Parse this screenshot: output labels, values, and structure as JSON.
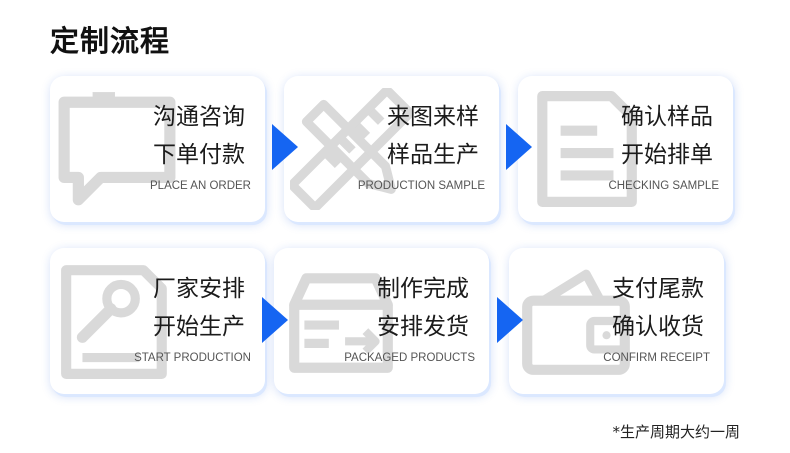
{
  "title": "定制流程",
  "accent_color": "#1565f2",
  "icon_color": "#d9d9d9",
  "steps": [
    {
      "line1": "沟通咨询",
      "line2": "下单付款",
      "en": "PLACE AN ORDER",
      "icon": "chat-bubble-icon"
    },
    {
      "line1": "来图来样",
      "line2": "样品生产",
      "en": "PRODUCTION SAMPLE",
      "icon": "pencil-ruler-icon"
    },
    {
      "line1": "确认样品",
      "line2": "开始排单",
      "en": "CHECKING SAMPLE",
      "icon": "document-icon"
    },
    {
      "line1": "厂家安排",
      "line2": "开始生产",
      "en": "START PRODUCTION",
      "icon": "wrench-document-icon"
    },
    {
      "line1": "制作完成",
      "line2": "安排发货",
      "en": "PACKAGED PRODUCTS",
      "icon": "package-icon"
    },
    {
      "line1": "支付尾款",
      "line2": "确认收货",
      "en": "CONFIRM RECEIPT",
      "icon": "wallet-icon"
    }
  ],
  "note": "*生产周期大约一周"
}
